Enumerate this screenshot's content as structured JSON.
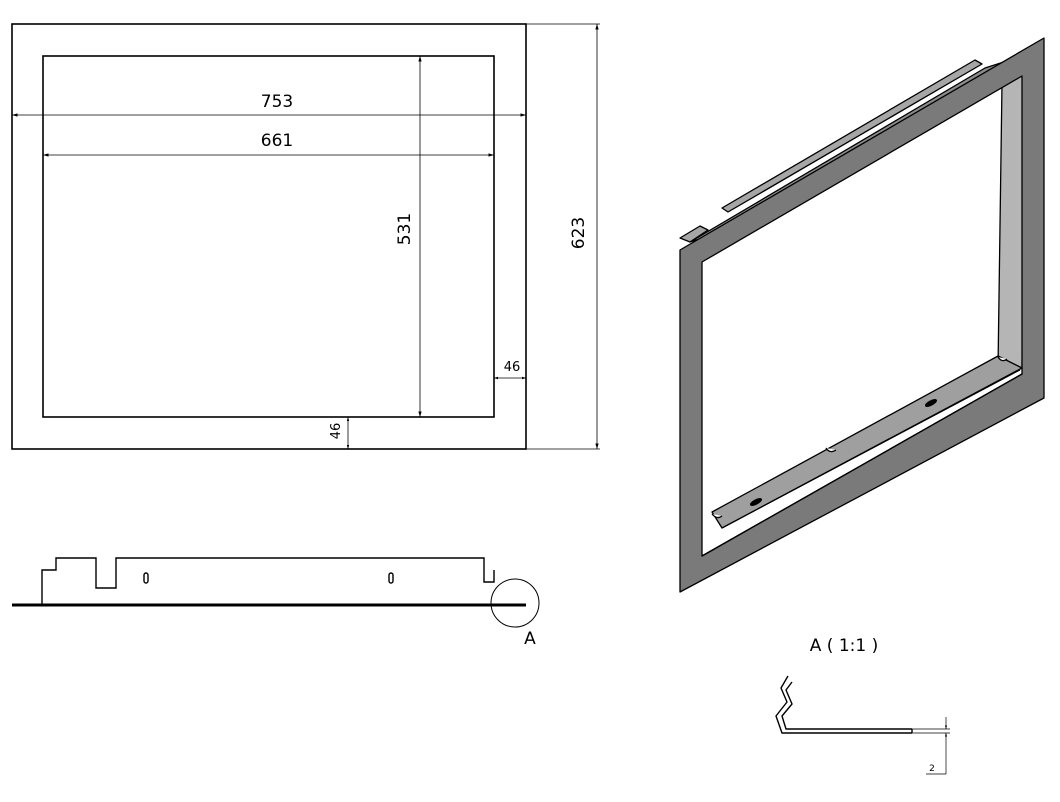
{
  "front_view": {
    "dims": {
      "outer_width": "753",
      "inner_width": "661",
      "inner_height": "531",
      "outer_height": "623",
      "side_border": "46",
      "bottom_border": "46"
    }
  },
  "side_view": {
    "detail_marker": "A"
  },
  "detail": {
    "title": "A ( 1:1 )",
    "thickness": "2"
  }
}
